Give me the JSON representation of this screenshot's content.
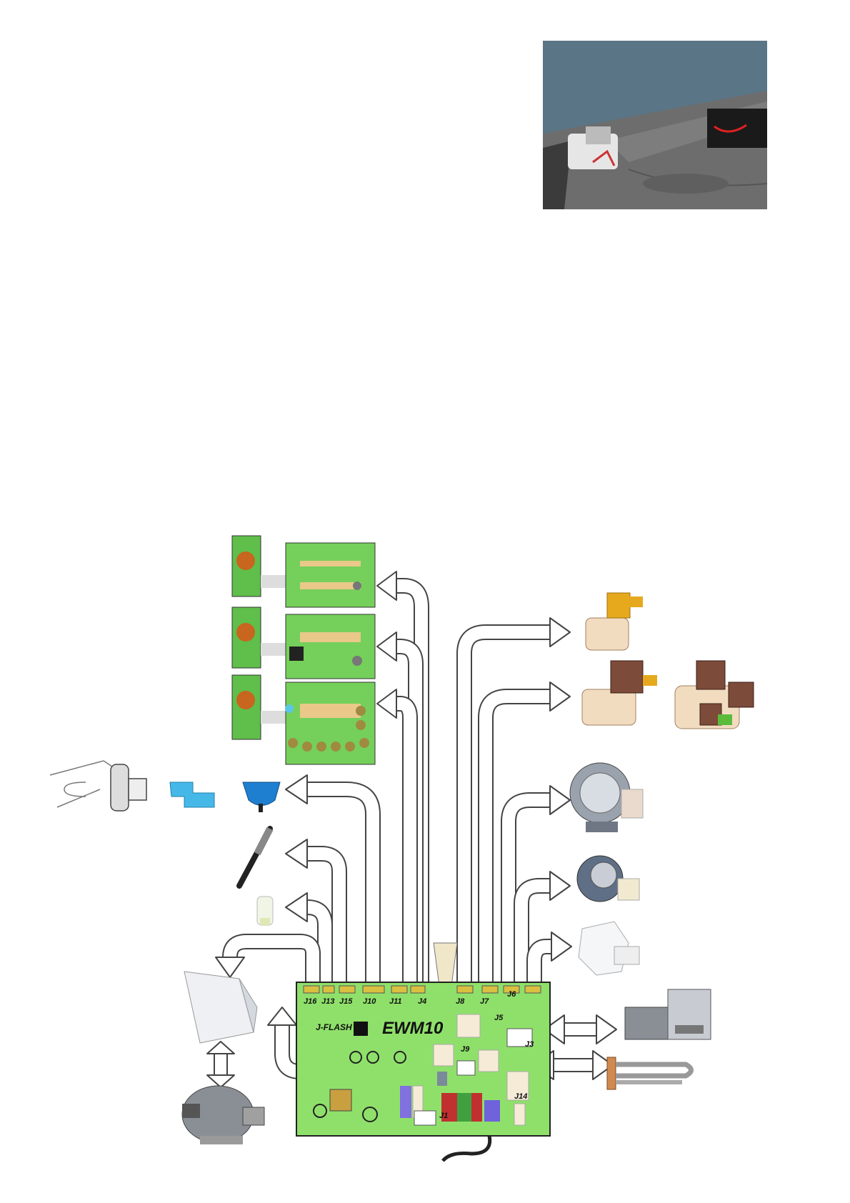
{
  "board": {
    "name": "EWM10",
    "jflash": "J-FLASH",
    "connectors": [
      "J16",
      "J13",
      "J15",
      "J10",
      "J11",
      "J4",
      "J8",
      "J7",
      "J6",
      "J5",
      "J9",
      "J3",
      "J14",
      "J1"
    ]
  },
  "colors": {
    "board_green": "#8fe06a",
    "photo_sky": "#5a7585",
    "arrow_fill": "#ffffff",
    "arrow_stroke": "#444444"
  },
  "icons": {
    "photo": "machine-top-photo",
    "interface_boards": "interface-board-icon",
    "water_valves": "solenoid-valve-icon",
    "drain_pumps": "drain-pump-icon",
    "door_lock": "door-lock-icon",
    "heater": "heating-element-icon",
    "motor": "motor-icon",
    "pressure_switch": "pressure-switch-icon",
    "ntc_sensor": "ntc-sensor-icon",
    "filter": "filter-icon"
  }
}
